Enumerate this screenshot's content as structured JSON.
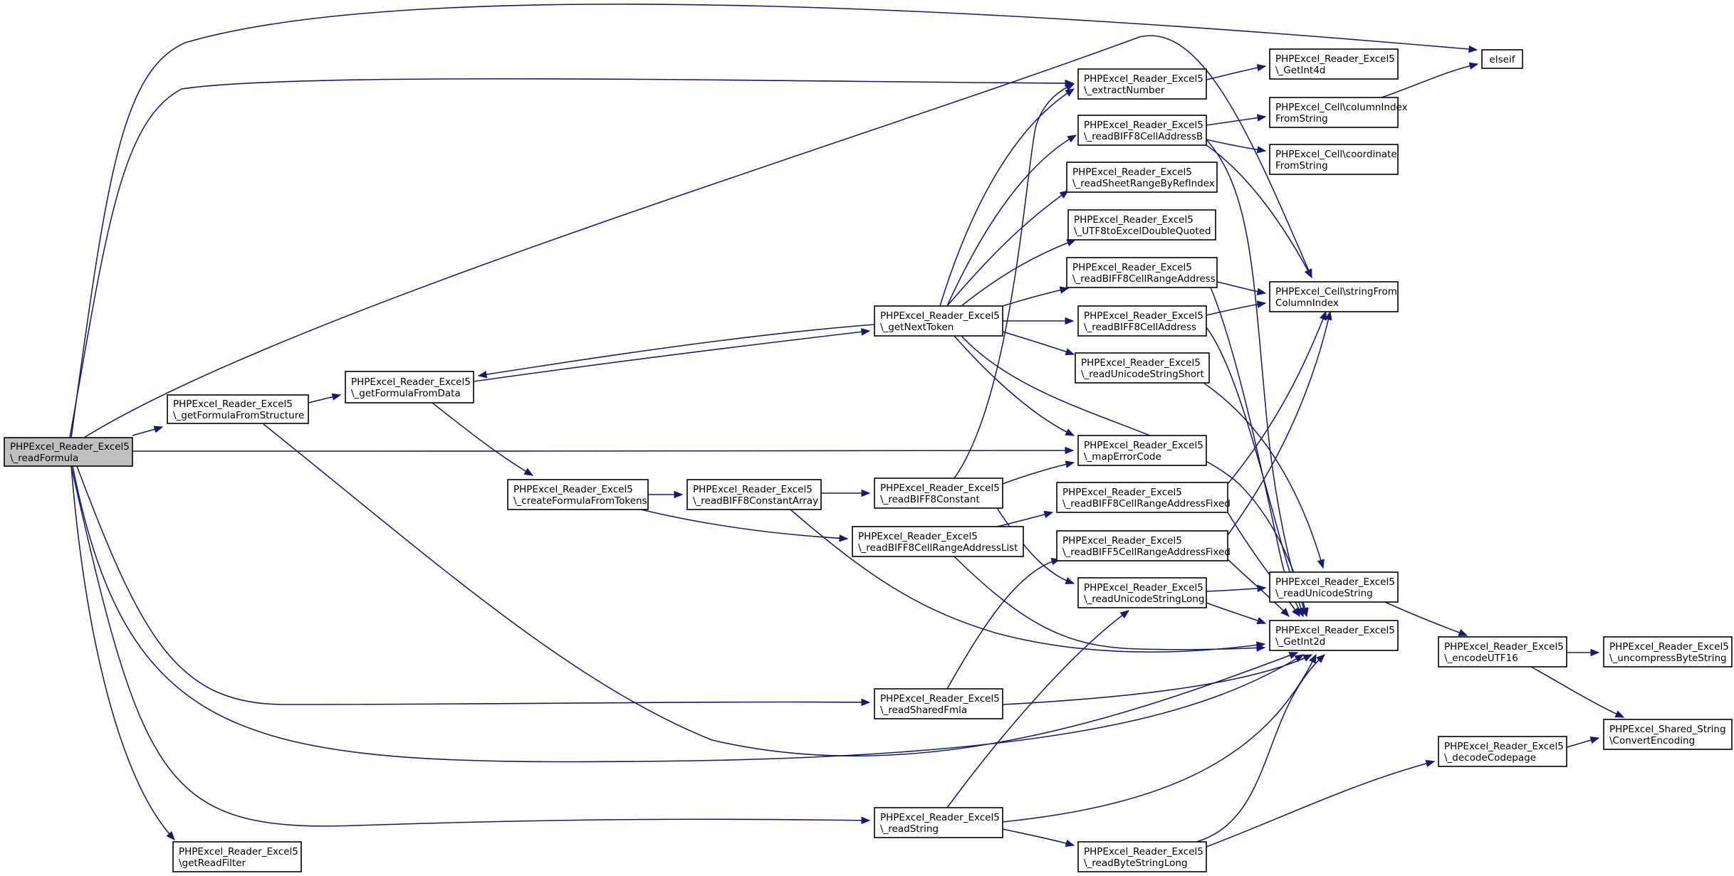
{
  "nodes": [
    {
      "id": "readFormula",
      "label": [
        "PHPExcel_Reader_Excel5",
        "\\_readFormula"
      ],
      "root": true
    },
    {
      "id": "getFormulaFromStructure",
      "label": [
        "PHPExcel_Reader_Excel5",
        "\\_getFormulaFromStructure"
      ]
    },
    {
      "id": "getReadFilter",
      "label": [
        "PHPExcel_Reader_Excel5",
        "\\getReadFilter"
      ]
    },
    {
      "id": "getFormulaFromData",
      "label": [
        "PHPExcel_Reader_Excel5",
        "\\_getFormulaFromData"
      ]
    },
    {
      "id": "createFormulaFromTokens",
      "label": [
        "PHPExcel_Reader_Excel5",
        "\\_createFormulaFromTokens"
      ]
    },
    {
      "id": "readBIFF8ConstantArray",
      "label": [
        "PHPExcel_Reader_Excel5",
        "\\_readBIFF8ConstantArray"
      ]
    },
    {
      "id": "getNextToken",
      "label": [
        "PHPExcel_Reader_Excel5",
        "\\_getNextToken"
      ]
    },
    {
      "id": "readBIFF8Constant",
      "label": [
        "PHPExcel_Reader_Excel5",
        "\\_readBIFF8Constant"
      ]
    },
    {
      "id": "readBIFF8CellRangeAddressList",
      "label": [
        "PHPExcel_Reader_Excel5",
        "\\_readBIFF8CellRangeAddressList"
      ]
    },
    {
      "id": "readSharedFmla",
      "label": [
        "PHPExcel_Reader_Excel5",
        "\\_readSharedFmla"
      ]
    },
    {
      "id": "readString",
      "label": [
        "PHPExcel_Reader_Excel5",
        "\\_readString"
      ]
    },
    {
      "id": "extractNumber",
      "label": [
        "PHPExcel_Reader_Excel5",
        "\\_extractNumber"
      ]
    },
    {
      "id": "readBIFF8CellAddressB",
      "label": [
        "PHPExcel_Reader_Excel5",
        "\\_readBIFF8CellAddressB"
      ]
    },
    {
      "id": "readSheetRangeByRefIndex",
      "label": [
        "PHPExcel_Reader_Excel5",
        "\\_readSheetRangeByRefIndex"
      ]
    },
    {
      "id": "UTF8toExcelDoubleQuoted",
      "label": [
        "PHPExcel_Reader_Excel5",
        "\\_UTF8toExcelDoubleQuoted"
      ]
    },
    {
      "id": "readBIFF8CellRangeAddress",
      "label": [
        "PHPExcel_Reader_Excel5",
        "\\_readBIFF8CellRangeAddress"
      ]
    },
    {
      "id": "readBIFF8CellAddress",
      "label": [
        "PHPExcel_Reader_Excel5",
        "\\_readBIFF8CellAddress"
      ]
    },
    {
      "id": "readUnicodeStringShort",
      "label": [
        "PHPExcel_Reader_Excel5",
        "\\_readUnicodeStringShort"
      ]
    },
    {
      "id": "mapErrorCode",
      "label": [
        "PHPExcel_Reader_Excel5",
        "\\_mapErrorCode"
      ]
    },
    {
      "id": "readBIFF8CellRangeAddressFixed",
      "label": [
        "PHPExcel_Reader_Excel5",
        "\\_readBIFF8CellRangeAddressFixed"
      ]
    },
    {
      "id": "readBIFF5CellRangeAddressFixed",
      "label": [
        "PHPExcel_Reader_Excel5",
        "\\_readBIFF5CellRangeAddressFixed"
      ]
    },
    {
      "id": "readUnicodeStringLong",
      "label": [
        "PHPExcel_Reader_Excel5",
        "\\_readUnicodeStringLong"
      ]
    },
    {
      "id": "readByteStringLong",
      "label": [
        "PHPExcel_Reader_Excel5",
        "\\_readByteStringLong"
      ]
    },
    {
      "id": "GetInt4d",
      "label": [
        "PHPExcel_Reader_Excel5",
        "\\_GetInt4d"
      ]
    },
    {
      "id": "columnIndexFromString",
      "label": [
        "PHPExcel_Cell\\columnIndex",
        "FromString"
      ]
    },
    {
      "id": "coordinateFromString",
      "label": [
        "PHPExcel_Cell\\coordinate",
        "FromString"
      ]
    },
    {
      "id": "stringFromColumnIndex",
      "label": [
        "PHPExcel_Cell\\stringFrom",
        "ColumnIndex"
      ]
    },
    {
      "id": "readUnicodeString",
      "label": [
        "PHPExcel_Reader_Excel5",
        "\\_readUnicodeString"
      ]
    },
    {
      "id": "GetInt2d",
      "label": [
        "PHPExcel_Reader_Excel5",
        "\\_GetInt2d"
      ]
    },
    {
      "id": "elseif",
      "label": [
        "elseif"
      ]
    },
    {
      "id": "encodeUTF16",
      "label": [
        "PHPExcel_Reader_Excel5",
        "\\_encodeUTF16"
      ]
    },
    {
      "id": "decodeCodepage",
      "label": [
        "PHPExcel_Reader_Excel5",
        "\\_decodeCodepage"
      ]
    },
    {
      "id": "uncompressByteString",
      "label": [
        "PHPExcel_Reader_Excel5",
        "\\_uncompressByteString"
      ]
    },
    {
      "id": "ConvertEncoding",
      "label": [
        "PHPExcel_Shared_String",
        "\\ConvertEncoding"
      ]
    }
  ],
  "edges": [
    [
      "readFormula",
      "elseif"
    ],
    [
      "readFormula",
      "extractNumber"
    ],
    [
      "readFormula",
      "stringFromColumnIndex"
    ],
    [
      "readFormula",
      "getFormulaFromStructure"
    ],
    [
      "readFormula",
      "mapErrorCode"
    ],
    [
      "readFormula",
      "readSharedFmla"
    ],
    [
      "readFormula",
      "GetInt2d"
    ],
    [
      "readFormula",
      "readString"
    ],
    [
      "readFormula",
      "getReadFilter"
    ],
    [
      "getFormulaFromStructure",
      "getFormulaFromData"
    ],
    [
      "getFormulaFromStructure",
      "GetInt2d"
    ],
    [
      "getFormulaFromData",
      "getNextToken"
    ],
    [
      "getFormulaFromData",
      "createFormulaFromTokens"
    ],
    [
      "getNextToken",
      "getFormulaFromData"
    ],
    [
      "getNextToken",
      "extractNumber"
    ],
    [
      "getNextToken",
      "readBIFF8CellAddressB"
    ],
    [
      "getNextToken",
      "readSheetRangeByRefIndex"
    ],
    [
      "getNextToken",
      "UTF8toExcelDoubleQuoted"
    ],
    [
      "getNextToken",
      "readBIFF8CellRangeAddress"
    ],
    [
      "getNextToken",
      "readBIFF8CellAddress"
    ],
    [
      "getNextToken",
      "readUnicodeStringShort"
    ],
    [
      "getNextToken",
      "mapErrorCode"
    ],
    [
      "getNextToken",
      "GetInt2d"
    ],
    [
      "createFormulaFromTokens",
      "readBIFF8ConstantArray"
    ],
    [
      "createFormulaFromTokens",
      "readBIFF8CellRangeAddressList"
    ],
    [
      "readBIFF8ConstantArray",
      "readBIFF8Constant"
    ],
    [
      "readBIFF8ConstantArray",
      "GetInt2d"
    ],
    [
      "readBIFF8Constant",
      "extractNumber"
    ],
    [
      "readBIFF8Constant",
      "mapErrorCode"
    ],
    [
      "readBIFF8Constant",
      "readUnicodeStringLong"
    ],
    [
      "readBIFF8CellRangeAddressList",
      "readBIFF8CellRangeAddressFixed"
    ],
    [
      "readBIFF8CellRangeAddressList",
      "GetInt2d"
    ],
    [
      "readSharedFmla",
      "readBIFF5CellRangeAddressFixed"
    ],
    [
      "readSharedFmla",
      "GetInt2d"
    ],
    [
      "readString",
      "readUnicodeStringLong"
    ],
    [
      "readString",
      "readByteStringLong"
    ],
    [
      "readString",
      "GetInt2d"
    ],
    [
      "extractNumber",
      "GetInt4d"
    ],
    [
      "readBIFF8CellAddressB",
      "columnIndexFromString"
    ],
    [
      "readBIFF8CellAddressB",
      "coordinateFromString"
    ],
    [
      "readBIFF8CellAddressB",
      "stringFromColumnIndex"
    ],
    [
      "readBIFF8CellAddressB",
      "GetInt2d"
    ],
    [
      "readBIFF8CellRangeAddress",
      "stringFromColumnIndex"
    ],
    [
      "readBIFF8CellRangeAddress",
      "GetInt2d"
    ],
    [
      "readBIFF8CellAddress",
      "stringFromColumnIndex"
    ],
    [
      "readBIFF8CellAddress",
      "GetInt2d"
    ],
    [
      "readUnicodeStringShort",
      "readUnicodeString"
    ],
    [
      "readBIFF8CellRangeAddressFixed",
      "stringFromColumnIndex"
    ],
    [
      "readBIFF8CellRangeAddressFixed",
      "GetInt2d"
    ],
    [
      "readBIFF5CellRangeAddressFixed",
      "stringFromColumnIndex"
    ],
    [
      "readBIFF5CellRangeAddressFixed",
      "GetInt2d"
    ],
    [
      "readUnicodeStringLong",
      "readUnicodeString"
    ],
    [
      "readUnicodeStringLong",
      "GetInt2d"
    ],
    [
      "readByteStringLong",
      "decodeCodepage"
    ],
    [
      "readByteStringLong",
      "GetInt2d"
    ],
    [
      "columnIndexFromString",
      "elseif"
    ],
    [
      "readUnicodeString",
      "encodeUTF16"
    ],
    [
      "encodeUTF16",
      "uncompressByteString"
    ],
    [
      "encodeUTF16",
      "ConvertEncoding"
    ],
    [
      "decodeCodepage",
      "ConvertEncoding"
    ]
  ]
}
